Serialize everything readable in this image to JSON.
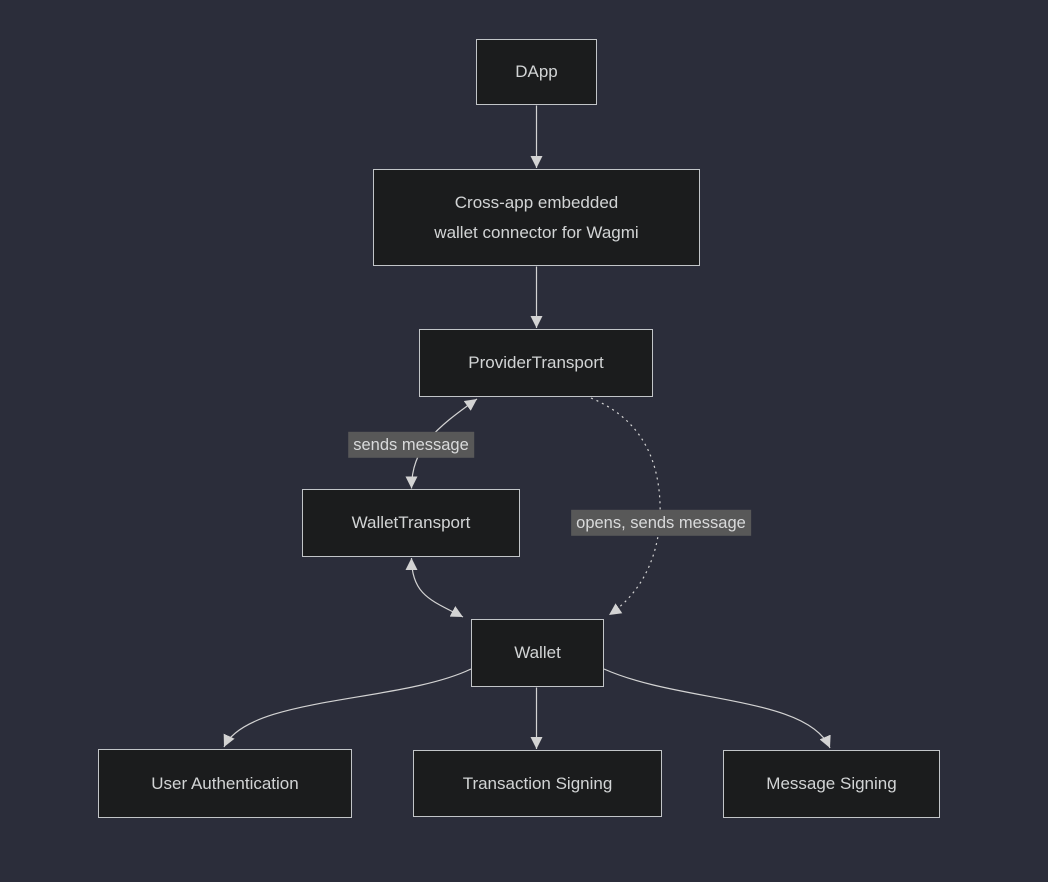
{
  "diagram": {
    "type": "flowchart",
    "theme": "dark",
    "colors": {
      "background": "#2b2d3a",
      "node_fill": "#1b1c1d",
      "node_border": "#c2c5c8",
      "node_text": "#d2d4d5",
      "edge_line": "#d3d3d3",
      "edge_label_background": "#585858",
      "edge_label_text": "#d9dadb"
    },
    "nodes": {
      "dapp": {
        "label": "DApp"
      },
      "connector": {
        "label": "Cross-app embedded wallet connector for Wagmi",
        "line1": "Cross-app embedded",
        "line2": "wallet connector for Wagmi"
      },
      "provider_transport": {
        "label": "ProviderTransport"
      },
      "wallet_transport": {
        "label": "WalletTransport"
      },
      "wallet": {
        "label": "Wallet"
      },
      "user_authentication": {
        "label": "User Authentication"
      },
      "transaction_signing": {
        "label": "Transaction Signing"
      },
      "message_signing": {
        "label": "Message Signing"
      }
    },
    "edges": [
      {
        "from": "DApp",
        "to": "Cross-app embedded wallet connector for Wagmi",
        "style": "solid",
        "arrows": "end",
        "label": ""
      },
      {
        "from": "Cross-app embedded wallet connector for Wagmi",
        "to": "ProviderTransport",
        "style": "solid",
        "arrows": "end",
        "label": ""
      },
      {
        "from": "WalletTransport",
        "to": "ProviderTransport",
        "style": "solid",
        "arrows": "both",
        "label": "sends message"
      },
      {
        "from": "WalletTransport",
        "to": "Wallet",
        "style": "solid",
        "arrows": "both",
        "label": ""
      },
      {
        "from": "ProviderTransport",
        "to": "Wallet",
        "style": "dotted",
        "arrows": "end",
        "label": "opens, sends message"
      },
      {
        "from": "Wallet",
        "to": "User Authentication",
        "style": "solid",
        "arrows": "end",
        "label": ""
      },
      {
        "from": "Wallet",
        "to": "Transaction Signing",
        "style": "solid",
        "arrows": "end",
        "label": ""
      },
      {
        "from": "Wallet",
        "to": "Message Signing",
        "style": "solid",
        "arrows": "end",
        "label": ""
      }
    ]
  }
}
